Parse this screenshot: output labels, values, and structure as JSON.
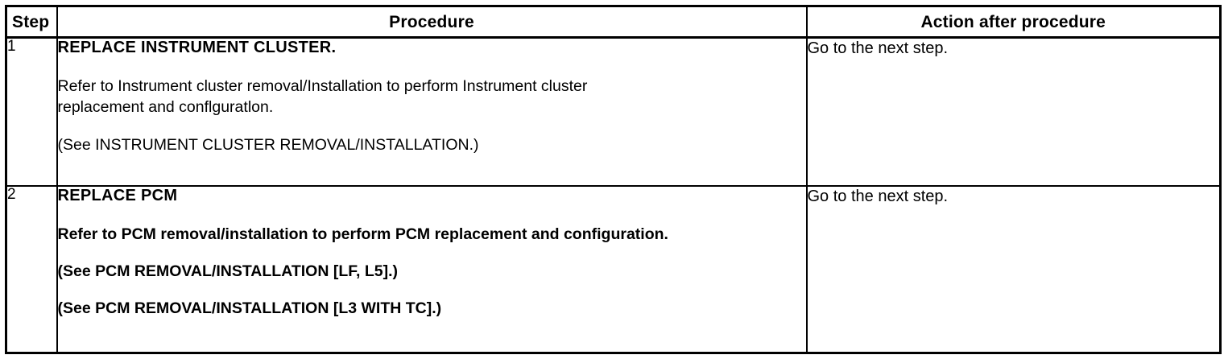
{
  "table": {
    "headers": {
      "step": "Step",
      "procedure": "Procedure",
      "action": "Action after procedure"
    },
    "rows": [
      {
        "step": "1",
        "title": "REPLACE INSTRUMENT CLUSTER.",
        "body_line_1": "Refer to Instrument cluster removal/Installation to perform Instrument cluster",
        "body_line_2": "replacement and conflguratlon.",
        "reference_1": "(See INSTRUMENT CLUSTER REMOVAL/INSTALLATION.)",
        "action": "Go to the next step."
      },
      {
        "step": "2",
        "title": "REPLACE PCM",
        "body_line_1": "Refer to PCM removal/installation to perform PCM replacement and configuration.",
        "reference_1": "(See PCM REMOVAL/INSTALLATION [LF, L5].)",
        "reference_2": "(See PCM REMOVAL/INSTALLATION [L3 WITH TC].)",
        "action": "Go to the next step."
      }
    ]
  }
}
